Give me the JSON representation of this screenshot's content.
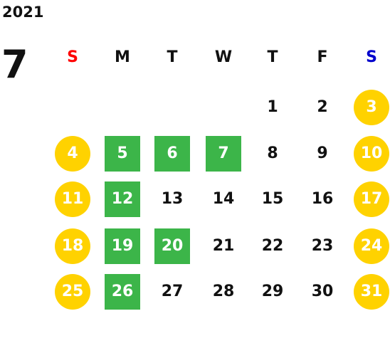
{
  "year": "2021",
  "month": "7",
  "colors": {
    "sunday_header": "#ff0000",
    "saturday_header": "#0000cc",
    "weekday_header": "#111111",
    "highlight_green": "#3cb549",
    "highlight_yellow": "#ffd200"
  },
  "weekday_headers": [
    "S",
    "M",
    "T",
    "W",
    "T",
    "F",
    "S"
  ],
  "weeks": [
    [
      null,
      null,
      null,
      null,
      {
        "day": "1",
        "style": "normal"
      },
      {
        "day": "2",
        "style": "normal"
      },
      {
        "day": "3",
        "style": "yellow"
      }
    ],
    [
      {
        "day": "4",
        "style": "yellow"
      },
      {
        "day": "5",
        "style": "green"
      },
      {
        "day": "6",
        "style": "green"
      },
      {
        "day": "7",
        "style": "green"
      },
      {
        "day": "8",
        "style": "normal"
      },
      {
        "day": "9",
        "style": "normal"
      },
      {
        "day": "10",
        "style": "yellow"
      }
    ],
    [
      {
        "day": "11",
        "style": "yellow"
      },
      {
        "day": "12",
        "style": "green"
      },
      {
        "day": "13",
        "style": "normal"
      },
      {
        "day": "14",
        "style": "normal"
      },
      {
        "day": "15",
        "style": "normal"
      },
      {
        "day": "16",
        "style": "normal"
      },
      {
        "day": "17",
        "style": "yellow"
      }
    ],
    [
      {
        "day": "18",
        "style": "yellow"
      },
      {
        "day": "19",
        "style": "green"
      },
      {
        "day": "20",
        "style": "green"
      },
      {
        "day": "21",
        "style": "normal"
      },
      {
        "day": "22",
        "style": "normal"
      },
      {
        "day": "23",
        "style": "normal"
      },
      {
        "day": "24",
        "style": "yellow"
      }
    ],
    [
      {
        "day": "25",
        "style": "yellow"
      },
      {
        "day": "26",
        "style": "green"
      },
      {
        "day": "27",
        "style": "normal"
      },
      {
        "day": "28",
        "style": "normal"
      },
      {
        "day": "29",
        "style": "normal"
      },
      {
        "day": "30",
        "style": "normal"
      },
      {
        "day": "31",
        "style": "yellow"
      }
    ]
  ]
}
